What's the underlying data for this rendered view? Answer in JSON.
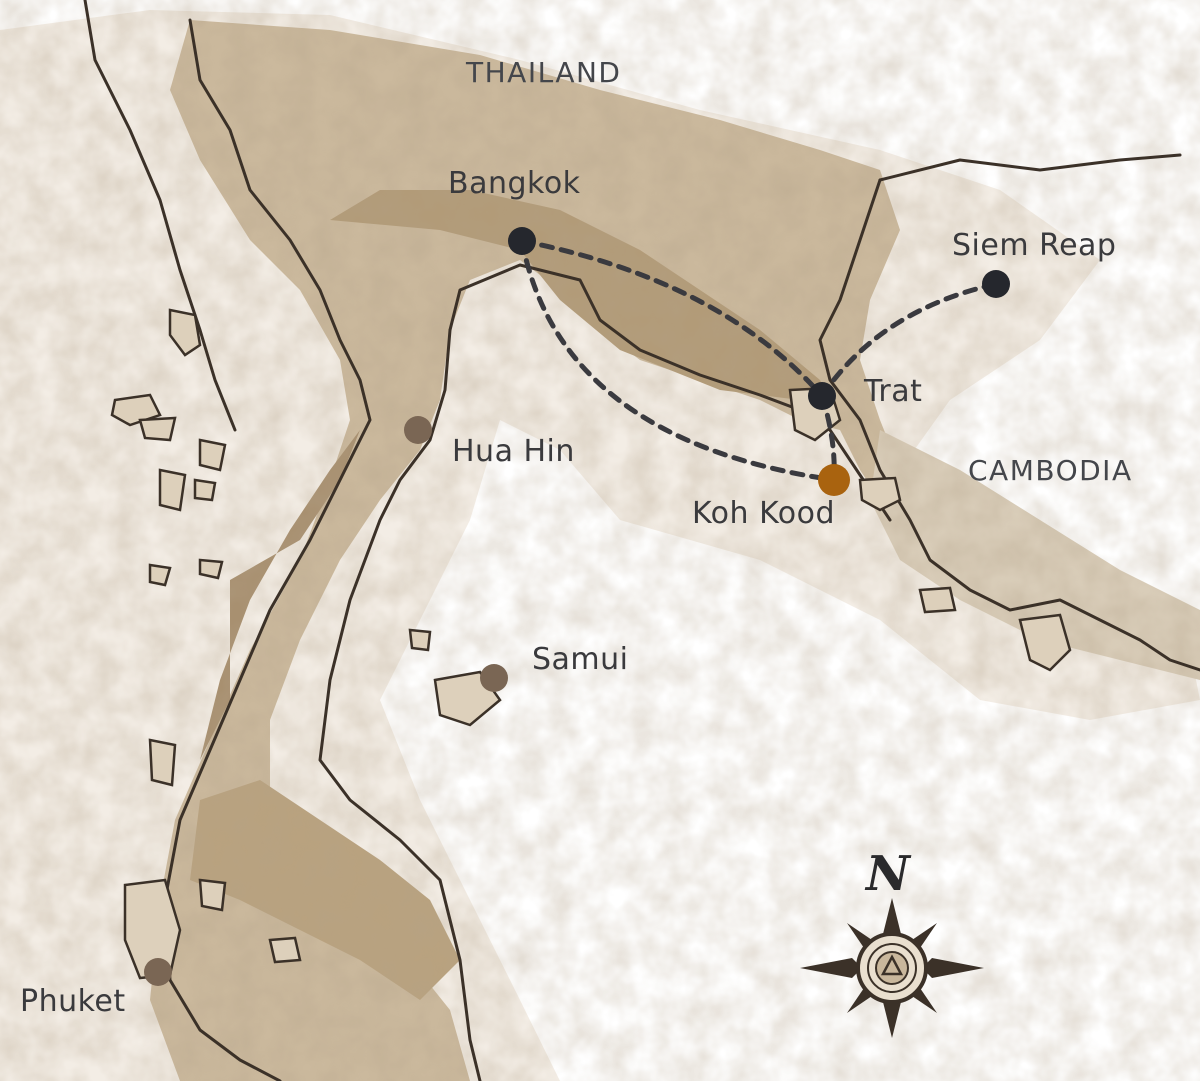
{
  "map": {
    "countries": [
      {
        "id": "thailand",
        "label": "THAILAND"
      },
      {
        "id": "cambodia",
        "label": "CAMBODIA"
      }
    ],
    "places": [
      {
        "id": "bangkok",
        "label": "Bangkok",
        "marker": "dark"
      },
      {
        "id": "siem-reap",
        "label": "Siem Reap",
        "marker": "dark"
      },
      {
        "id": "trat",
        "label": "Trat",
        "marker": "dark"
      },
      {
        "id": "hua-hin",
        "label": "Hua Hin",
        "marker": "brown"
      },
      {
        "id": "koh-kood",
        "label": "Koh Kood",
        "marker": "highlight"
      },
      {
        "id": "samui",
        "label": "Samui",
        "marker": "brown"
      },
      {
        "id": "phuket",
        "label": "Phuket",
        "marker": "brown"
      }
    ],
    "routes": [
      {
        "from": "bangkok",
        "to": "trat",
        "style": "dashed"
      },
      {
        "from": "bangkok",
        "to": "koh-kood",
        "style": "dashed"
      },
      {
        "from": "trat",
        "to": "siem-reap",
        "style": "dashed"
      },
      {
        "from": "trat",
        "to": "koh-kood",
        "style": "dashed"
      }
    ],
    "compass": {
      "north_label": "N",
      "icon": "compass-rose-icon"
    },
    "colors": {
      "land": "#c9b79c",
      "land_dark": "#a58e6c",
      "coast": "#3b3128",
      "marker_dark": "#25272d",
      "marker_brown": "#7a6654",
      "marker_highlight": "#a9630f",
      "route": "#3a3a3f"
    }
  }
}
